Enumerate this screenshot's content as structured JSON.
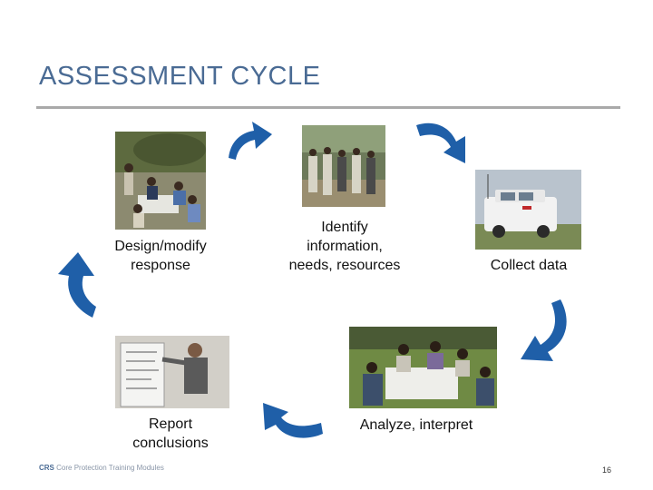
{
  "slide": {
    "title": "ASSESSMENT CYCLE"
  },
  "steps": [
    {
      "id": "identify",
      "label_lines": [
        "Identify",
        "information,",
        "needs, resources"
      ]
    },
    {
      "id": "collect",
      "label_lines": [
        "Collect data"
      ]
    },
    {
      "id": "analyze",
      "label_lines": [
        "Analyze, interpret"
      ]
    },
    {
      "id": "report",
      "label_lines": [
        "Report",
        "conclusions"
      ]
    },
    {
      "id": "design",
      "label_lines": [
        "Design/modify",
        "response"
      ]
    }
  ],
  "footer": {
    "org": "CRS",
    "text": "Core Protection Training Modules",
    "page_number": "16"
  },
  "colors": {
    "title": "#4a6b94",
    "rule": "#a9a9a9",
    "arrow": "#1f5fa8"
  }
}
